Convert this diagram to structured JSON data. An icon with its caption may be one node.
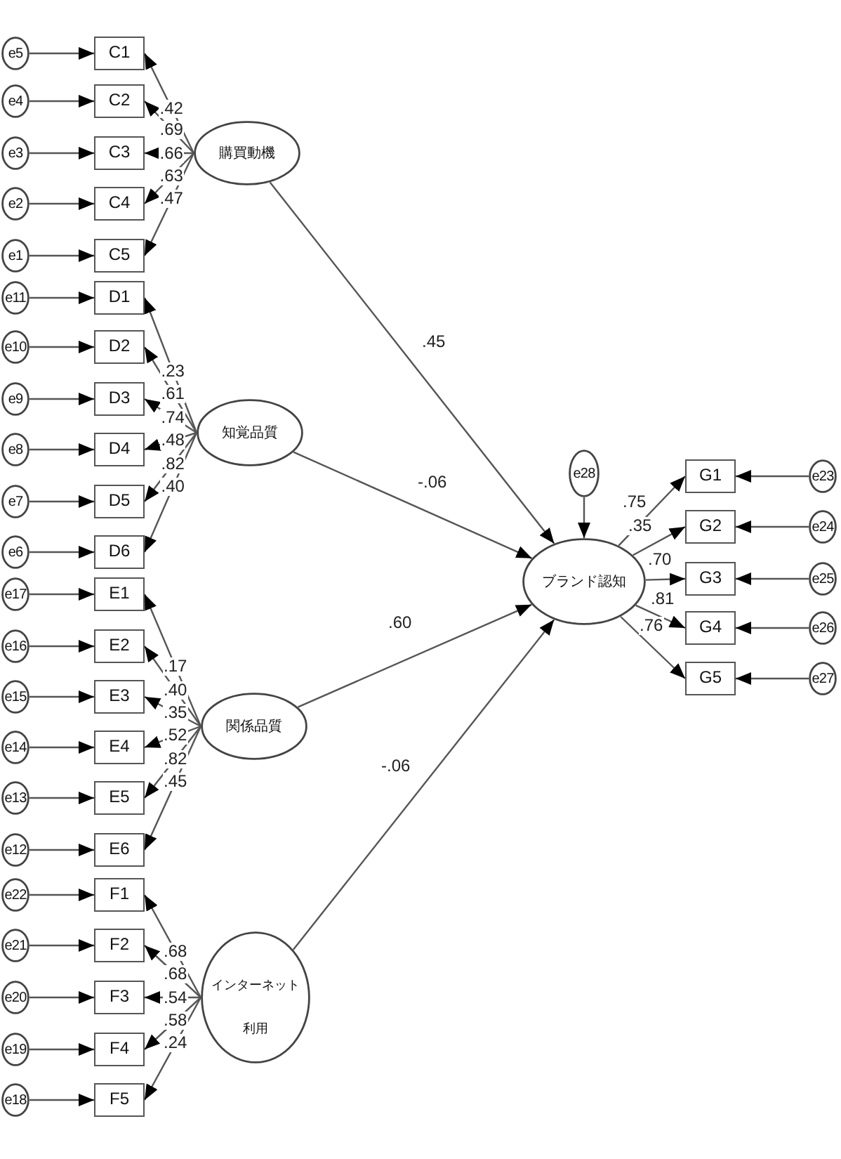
{
  "diagram": {
    "nodes": [
      {
        "text": [
          "e5"
        ]
      },
      {
        "text": [
          "C1"
        ]
      },
      {
        "text": [
          "e4"
        ]
      },
      {
        "text": [
          "C2"
        ]
      },
      {
        "text": [
          "e3"
        ]
      },
      {
        "text": [
          "C3"
        ]
      },
      {
        "text": [
          "e2"
        ]
      },
      {
        "text": [
          "C4"
        ]
      },
      {
        "text": [
          "e1"
        ]
      },
      {
        "text": [
          "C5"
        ]
      },
      {
        "text": [
          "e11"
        ]
      },
      {
        "text": [
          "D1"
        ]
      },
      {
        "text": [
          "e10"
        ]
      },
      {
        "text": [
          "D2"
        ]
      },
      {
        "text": [
          "e9"
        ]
      },
      {
        "text": [
          "D3"
        ]
      },
      {
        "text": [
          "e8"
        ]
      },
      {
        "text": [
          "D4"
        ]
      },
      {
        "text": [
          "e7"
        ]
      },
      {
        "text": [
          "D5"
        ]
      },
      {
        "text": [
          "e6"
        ]
      },
      {
        "text": [
          "D6"
        ]
      },
      {
        "text": [
          "e17"
        ]
      },
      {
        "text": [
          "E1"
        ]
      },
      {
        "text": [
          "e16"
        ]
      },
      {
        "text": [
          "E2"
        ]
      },
      {
        "text": [
          "e15"
        ]
      },
      {
        "text": [
          "E3"
        ]
      },
      {
        "text": [
          "e14"
        ]
      },
      {
        "text": [
          "E4"
        ]
      },
      {
        "text": [
          "e13"
        ]
      },
      {
        "text": [
          "E5"
        ]
      },
      {
        "text": [
          "e12"
        ]
      },
      {
        "text": [
          "E6"
        ]
      },
      {
        "text": [
          "e22"
        ]
      },
      {
        "text": [
          "F1"
        ]
      },
      {
        "text": [
          "e21"
        ]
      },
      {
        "text": [
          "F2"
        ]
      },
      {
        "text": [
          "e20"
        ]
      },
      {
        "text": [
          "F3"
        ]
      },
      {
        "text": [
          "e19"
        ]
      },
      {
        "text": [
          "F4"
        ]
      },
      {
        "text": [
          "e18"
        ]
      },
      {
        "text": [
          "F5"
        ]
      },
      {
        "text": [
          "購買動機"
        ]
      },
      {
        "text": [
          "知覚品質"
        ]
      },
      {
        "text": [
          "関係品質"
        ]
      },
      {
        "text": [
          "インターネット",
          "利用"
        ]
      },
      {
        "text": [
          "e28"
        ]
      },
      {
        "text": [
          "ブランド認知"
        ]
      },
      {
        "text": [
          "G1"
        ]
      },
      {
        "text": [
          "e23"
        ]
      },
      {
        "text": [
          "G2"
        ]
      },
      {
        "text": [
          "e24"
        ]
      },
      {
        "text": [
          "G3"
        ]
      },
      {
        "text": [
          "e25"
        ]
      },
      {
        "text": [
          "G4"
        ]
      },
      {
        "text": [
          "e26"
        ]
      },
      {
        "text": [
          "G5"
        ]
      },
      {
        "text": [
          "e27"
        ]
      }
    ],
    "edges": [
      {
        "from": 0,
        "to": 1,
        "arrow": "to"
      },
      {
        "from": 2,
        "to": 3,
        "arrow": "to"
      },
      {
        "from": 4,
        "to": 5,
        "arrow": "to"
      },
      {
        "from": 6,
        "to": 7,
        "arrow": "to"
      },
      {
        "from": 8,
        "to": 9,
        "arrow": "to"
      },
      {
        "from": 10,
        "to": 11,
        "arrow": "to"
      },
      {
        "from": 12,
        "to": 13,
        "arrow": "to"
      },
      {
        "from": 14,
        "to": 15,
        "arrow": "to"
      },
      {
        "from": 16,
        "to": 17,
        "arrow": "to"
      },
      {
        "from": 18,
        "to": 19,
        "arrow": "to"
      },
      {
        "from": 20,
        "to": 21,
        "arrow": "to"
      },
      {
        "from": 22,
        "to": 23,
        "arrow": "to"
      },
      {
        "from": 24,
        "to": 25,
        "arrow": "to"
      },
      {
        "from": 26,
        "to": 27,
        "arrow": "to"
      },
      {
        "from": 28,
        "to": 29,
        "arrow": "to"
      },
      {
        "from": 30,
        "to": 31,
        "arrow": "to"
      },
      {
        "from": 32,
        "to": 33,
        "arrow": "to"
      },
      {
        "from": 34,
        "to": 35,
        "arrow": "to"
      },
      {
        "from": 36,
        "to": 37,
        "arrow": "to"
      },
      {
        "from": 38,
        "to": 39,
        "arrow": "to"
      },
      {
        "from": 40,
        "to": 41,
        "arrow": "to"
      },
      {
        "from": 42,
        "to": 43,
        "arrow": "to"
      },
      {
        "from": 44,
        "to": 1,
        "arrow": "to",
        "label": ".42"
      },
      {
        "from": 44,
        "to": 3,
        "arrow": "to",
        "label": ".69"
      },
      {
        "from": 44,
        "to": 5,
        "arrow": "to",
        "label": ".66"
      },
      {
        "from": 44,
        "to": 7,
        "arrow": "to",
        "label": ".63"
      },
      {
        "from": 44,
        "to": 9,
        "arrow": "to",
        "label": ".47"
      },
      {
        "from": 45,
        "to": 11,
        "arrow": "to",
        "label": ".23"
      },
      {
        "from": 45,
        "to": 13,
        "arrow": "to",
        "label": ".61"
      },
      {
        "from": 45,
        "to": 15,
        "arrow": "to",
        "label": ".74"
      },
      {
        "from": 45,
        "to": 17,
        "arrow": "to",
        "label": ".48"
      },
      {
        "from": 45,
        "to": 19,
        "arrow": "to",
        "label": ".82"
      },
      {
        "from": 45,
        "to": 21,
        "arrow": "to",
        "label": ".40"
      },
      {
        "from": 46,
        "to": 23,
        "arrow": "to",
        "label": ".17"
      },
      {
        "from": 46,
        "to": 25,
        "arrow": "to",
        "label": ".40"
      },
      {
        "from": 46,
        "to": 27,
        "arrow": "to",
        "label": ".35"
      },
      {
        "from": 46,
        "to": 29,
        "arrow": "to",
        "label": ".52"
      },
      {
        "from": 46,
        "to": 31,
        "arrow": "to",
        "label": ".82"
      },
      {
        "from": 46,
        "to": 33,
        "arrow": "to",
        "label": ".45"
      },
      {
        "from": 47,
        "to": 35,
        "arrow": "to",
        "label": ".68"
      },
      {
        "from": 47,
        "to": 37,
        "arrow": "to",
        "label": ".68"
      },
      {
        "from": 47,
        "to": 39,
        "arrow": "to",
        "label": ".54"
      },
      {
        "from": 47,
        "to": 41,
        "arrow": "to",
        "label": ".58"
      },
      {
        "from": 47,
        "to": 43,
        "arrow": "to",
        "label": ".24"
      },
      {
        "from": 44,
        "to": 49,
        "arrow": "to",
        "label": ".45"
      },
      {
        "from": 45,
        "to": 49,
        "arrow": "to",
        "label": "-.06"
      },
      {
        "from": 46,
        "to": 49,
        "arrow": "to",
        "label": ".60"
      },
      {
        "from": 47,
        "to": 49,
        "arrow": "to",
        "label": "-.06"
      },
      {
        "from": 48,
        "to": 49,
        "arrow": "to"
      },
      {
        "from": 49,
        "to": 50,
        "arrow": "to",
        "label": ".75"
      },
      {
        "from": 49,
        "to": 52,
        "arrow": "to",
        "label": ".35"
      },
      {
        "from": 49,
        "to": 54,
        "arrow": "to",
        "label": ".70"
      },
      {
        "from": 49,
        "to": 56,
        "arrow": "to",
        "label": ".81"
      },
      {
        "from": 49,
        "to": 58,
        "arrow": "to",
        "label": ".76"
      },
      {
        "from": 51,
        "to": 50,
        "arrow": "to"
      },
      {
        "from": 53,
        "to": 52,
        "arrow": "to"
      },
      {
        "from": 55,
        "to": 54,
        "arrow": "to"
      },
      {
        "from": 57,
        "to": 56,
        "arrow": "to"
      },
      {
        "from": 59,
        "to": 58,
        "arrow": "to"
      }
    ]
  }
}
